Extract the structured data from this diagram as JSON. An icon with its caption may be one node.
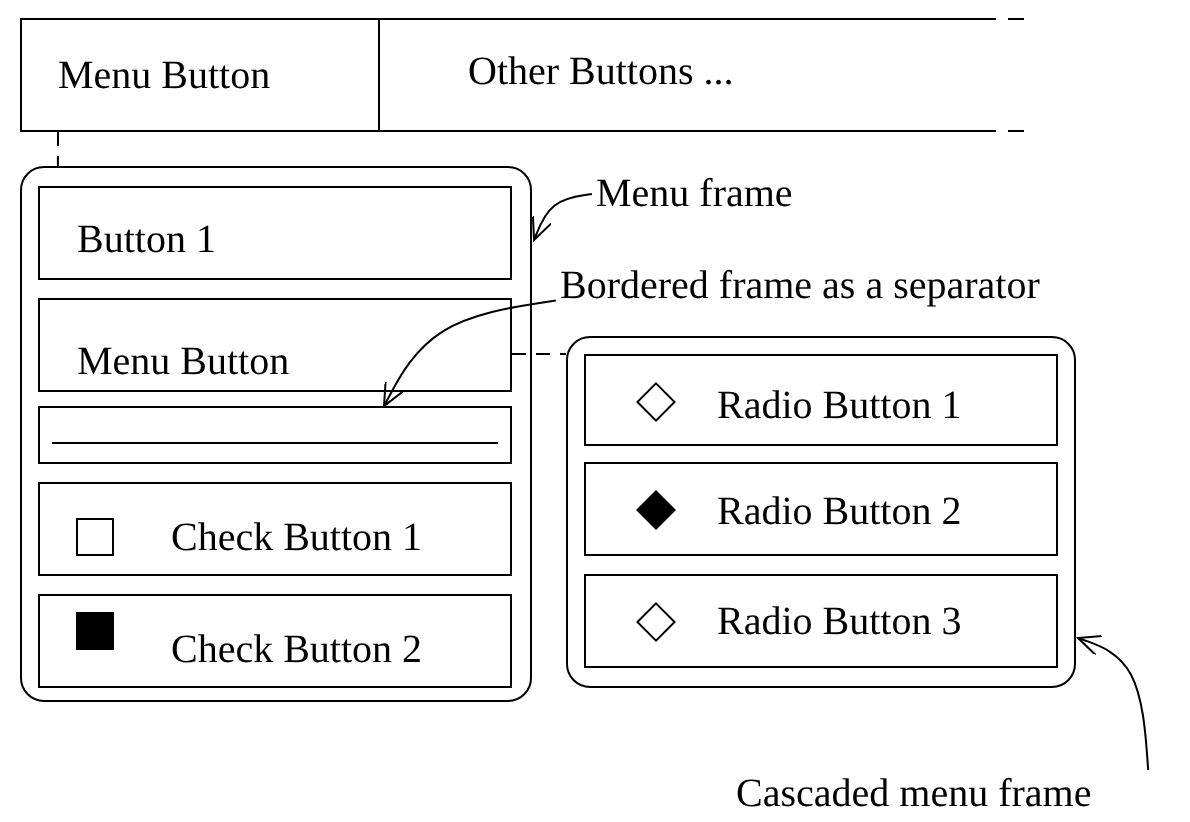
{
  "diagram": {
    "nodes": [
      {
        "text": [
          "Menu Button"
        ]
      },
      {
        "text": [
          "Other Buttons ..."
        ]
      },
      {
        "text": [],
        "shape": "box"
      },
      {
        "text": [
          "Button 1"
        ],
        "in": 2
      },
      {
        "text": [
          "Menu Button"
        ],
        "in": 2
      },
      {
        "text": [],
        "shape": "box",
        "in": 2
      },
      {
        "text": [
          "Check Button 1"
        ],
        "in": 2
      },
      {
        "text": [
          "Check Button 2"
        ],
        "in": 2
      },
      {
        "text": [],
        "shape": "box"
      },
      {
        "text": [
          "Radio Button 1"
        ],
        "in": 8
      },
      {
        "text": [
          "Radio Button 2"
        ],
        "in": 8
      },
      {
        "text": [
          "Radio Button 3"
        ],
        "in": 8
      },
      {
        "text": [
          "Menu frame"
        ]
      },
      {
        "text": [
          "Bordered frame as a separator"
        ]
      },
      {
        "text": [
          "Cascaded menu frame"
        ]
      }
    ],
    "edges": [
      {
        "from": 0,
        "to": 2,
        "arrow": "none",
        "style": "dashed"
      },
      {
        "from": 4,
        "to": 8,
        "arrow": "none",
        "style": "dashed"
      },
      {
        "from": 12,
        "to": 2,
        "arrow": "to"
      },
      {
        "from": 13,
        "to": 5,
        "arrow": "to"
      },
      {
        "from": 14,
        "to": 8,
        "arrow": "to"
      }
    ]
  }
}
